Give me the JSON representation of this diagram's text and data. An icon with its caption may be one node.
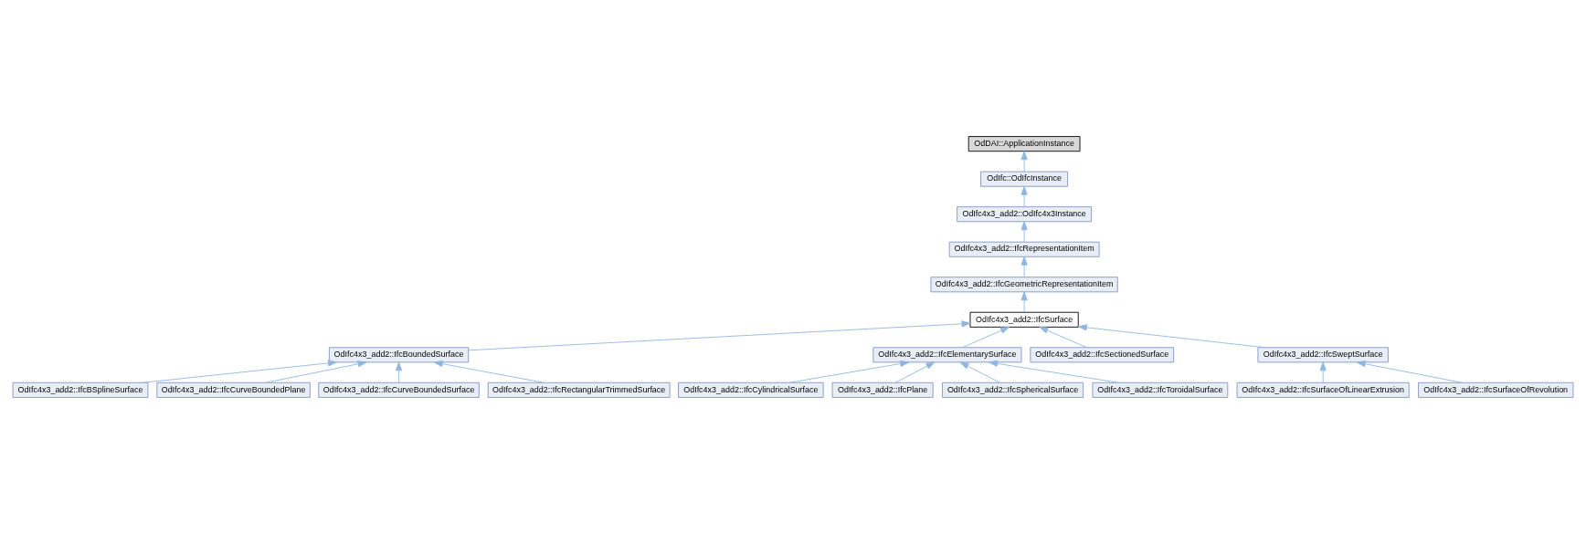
{
  "diagram": {
    "nodes": [
      {
        "text": [
          "OdDAI::ApplicationInstance"
        ]
      },
      {
        "text": [
          "OdIfc::OdIfcInstance"
        ]
      },
      {
        "text": [
          "OdIfc4x3_add2::OdIfc4x3Instance"
        ]
      },
      {
        "text": [
          "OdIfc4x3_add2::IfcRepresentationItem"
        ]
      },
      {
        "text": [
          "OdIfc4x3_add2::IfcGeometricRepresentationItem"
        ]
      },
      {
        "text": [
          "OdIfc4x3_add2::IfcSurface"
        ]
      },
      {
        "text": [
          "OdIfc4x3_add2::IfcBoundedSurface"
        ]
      },
      {
        "text": [
          "OdIfc4x3_add2::IfcElementarySurface"
        ]
      },
      {
        "text": [
          "OdIfc4x3_add2::IfcSectionedSurface"
        ]
      },
      {
        "text": [
          "OdIfc4x3_add2::IfcSweptSurface"
        ]
      },
      {
        "text": [
          "OdIfc4x3_add2::IfcBSplineSurface"
        ]
      },
      {
        "text": [
          "OdIfc4x3_add2::IfcCurveBoundedPlane"
        ]
      },
      {
        "text": [
          "OdIfc4x3_add2::IfcCurveBoundedSurface"
        ]
      },
      {
        "text": [
          "OdIfc4x3_add2::IfcRectangularTrimmedSurface"
        ]
      },
      {
        "text": [
          "OdIfc4x3_add2::IfcCylindricalSurface"
        ]
      },
      {
        "text": [
          "OdIfc4x3_add2::IfcPlane"
        ]
      },
      {
        "text": [
          "OdIfc4x3_add2::IfcSphericalSurface"
        ]
      },
      {
        "text": [
          "OdIfc4x3_add2::IfcToroidalSurface"
        ]
      },
      {
        "text": [
          "OdIfc4x3_add2::IfcSurfaceOfLinearExtrusion"
        ]
      },
      {
        "text": [
          "OdIfc4x3_add2::IfcSurfaceOfRevolution"
        ]
      }
    ],
    "edges": [
      {
        "from": 1,
        "to": 0,
        "arrow": "to"
      },
      {
        "from": 2,
        "to": 1,
        "arrow": "to"
      },
      {
        "from": 3,
        "to": 2,
        "arrow": "to"
      },
      {
        "from": 4,
        "to": 3,
        "arrow": "to"
      },
      {
        "from": 5,
        "to": 4,
        "arrow": "to"
      },
      {
        "from": 6,
        "to": 5,
        "arrow": "to"
      },
      {
        "from": 7,
        "to": 5,
        "arrow": "to"
      },
      {
        "from": 8,
        "to": 5,
        "arrow": "to"
      },
      {
        "from": 9,
        "to": 5,
        "arrow": "to"
      },
      {
        "from": 10,
        "to": 6,
        "arrow": "to"
      },
      {
        "from": 11,
        "to": 6,
        "arrow": "to"
      },
      {
        "from": 12,
        "to": 6,
        "arrow": "to"
      },
      {
        "from": 13,
        "to": 6,
        "arrow": "to"
      },
      {
        "from": 14,
        "to": 7,
        "arrow": "to"
      },
      {
        "from": 15,
        "to": 7,
        "arrow": "to"
      },
      {
        "from": 16,
        "to": 7,
        "arrow": "to"
      },
      {
        "from": 17,
        "to": 7,
        "arrow": "to"
      },
      {
        "from": 18,
        "to": 9,
        "arrow": "to"
      },
      {
        "from": 19,
        "to": 9,
        "arrow": "to"
      }
    ]
  }
}
